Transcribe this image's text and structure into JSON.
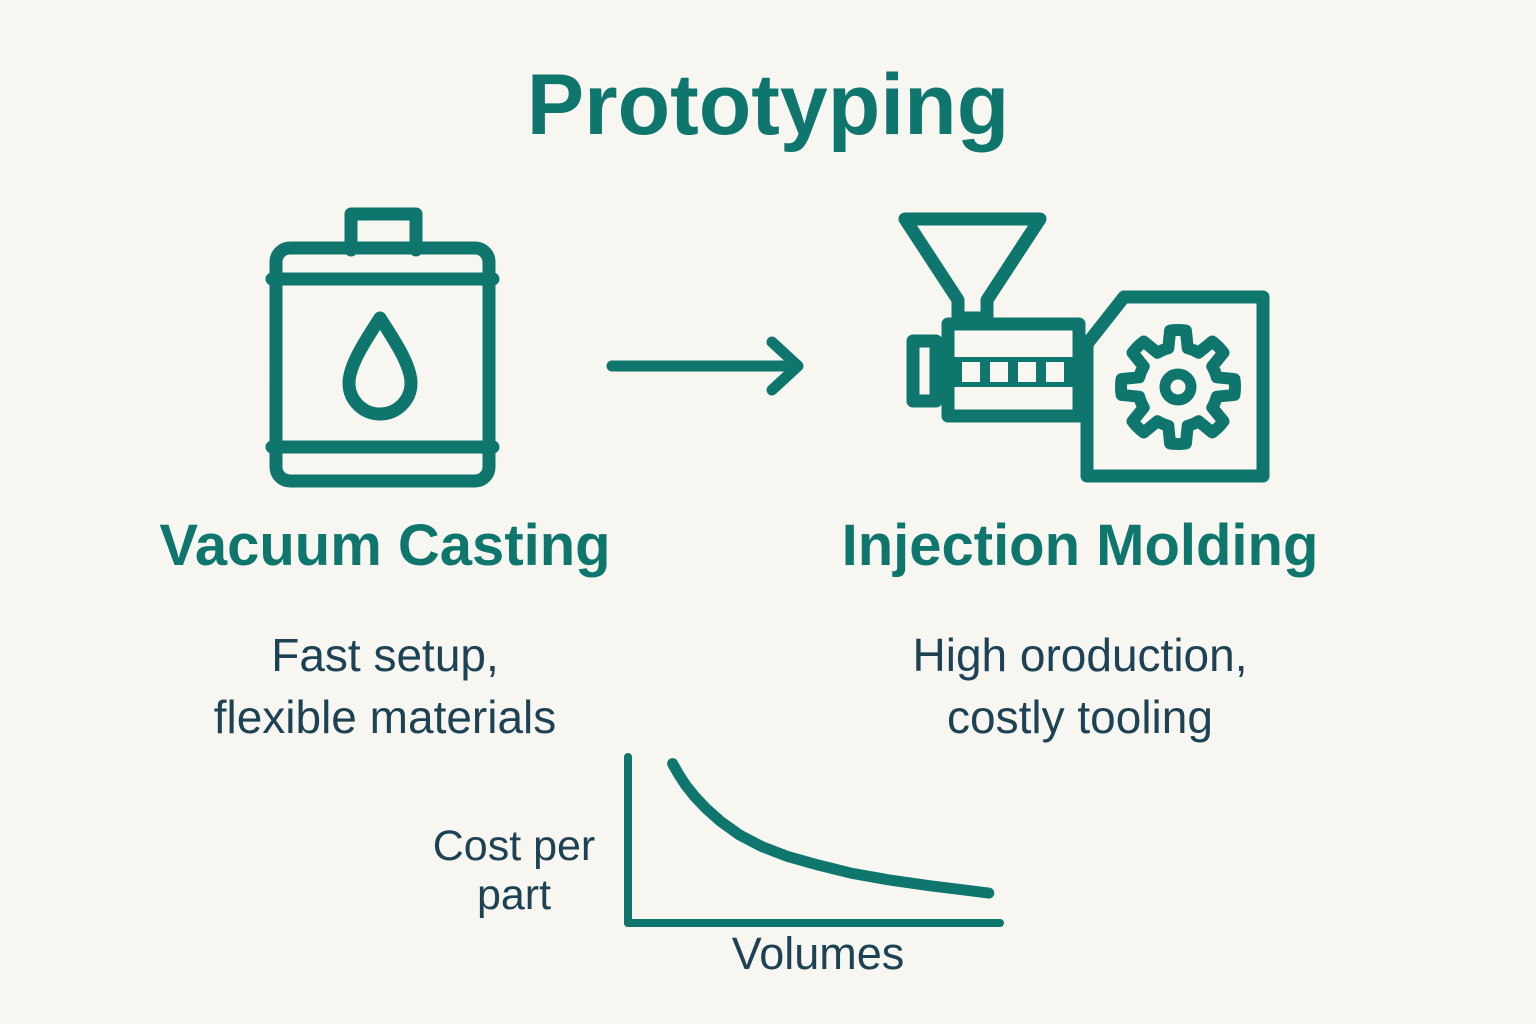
{
  "title": "Prototyping",
  "colors": {
    "teal": "#0f766e",
    "navy": "#1c4254",
    "background": "#f8f6f1"
  },
  "methods": {
    "left": {
      "heading": "Vacuum Casting",
      "description": "Fast setup,\nflexible materials",
      "icon": "droplet-container-icon"
    },
    "right": {
      "heading": "Injection Molding",
      "description": "High oroduction,\ncostly tooling",
      "icon": "injection-molding-machine-icon"
    }
  },
  "arrow": {
    "icon": "arrow-right-icon",
    "direction": "right"
  },
  "chart_data": {
    "type": "line",
    "title": "",
    "xlabel": "Volumes",
    "ylabel": "Cost per part",
    "axis_tick_labels": [],
    "grid": false,
    "legend": false,
    "normalized": true,
    "description_of_curve": "monotonically decreasing cost-per-part as volume increases",
    "series": [
      {
        "name": "cost-per-part-curve",
        "x_norm": [
          0.12,
          0.135,
          0.155,
          0.18,
          0.21,
          0.25,
          0.3,
          0.36,
          0.43,
          0.51,
          0.6,
          0.7,
          0.81,
          0.9,
          0.97
        ],
        "cost_norm": [
          0.96,
          0.9,
          0.83,
          0.76,
          0.69,
          0.61,
          0.53,
          0.46,
          0.4,
          0.35,
          0.3,
          0.26,
          0.225,
          0.2,
          0.18
        ]
      }
    ]
  }
}
